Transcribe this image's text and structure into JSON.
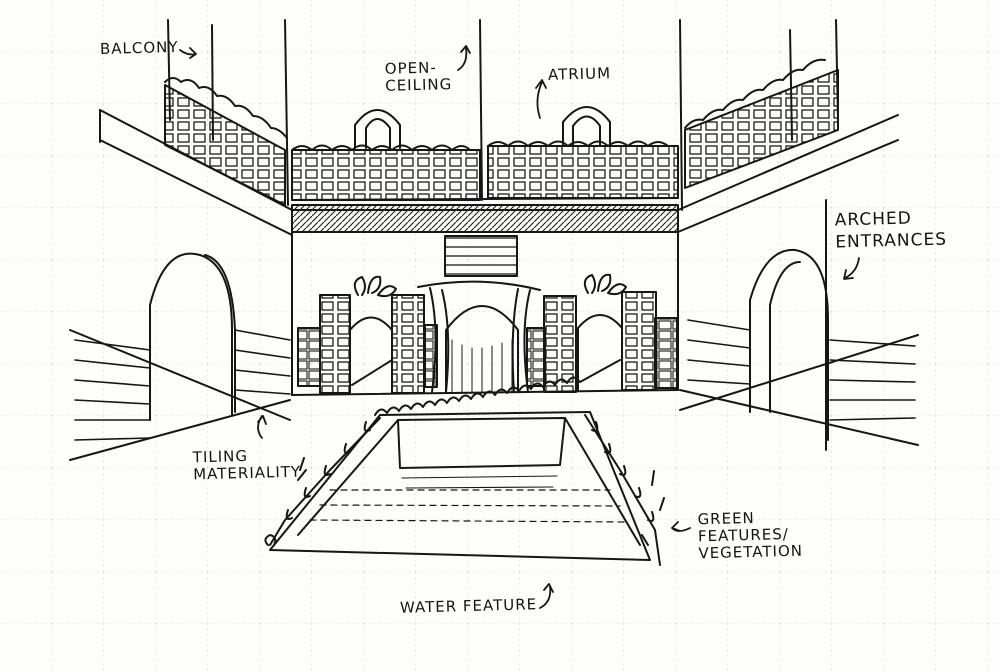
{
  "annotations": {
    "balcony": "BALCONY",
    "open_ceiling": "OPEN-\nCEILING",
    "atrium": "ATRIUM",
    "arched_entrances": "ARCHED\nENTRANCES",
    "tiling_materiality": "TILING\nMATERIALITY",
    "green_features": "GREEN\nFEATURES/\nVEGETATION",
    "water_feature": "WATER FEATURE"
  },
  "colors": {
    "ink": "#161616",
    "paper": "#fdfdfb",
    "grid": "#c9c9c9"
  }
}
